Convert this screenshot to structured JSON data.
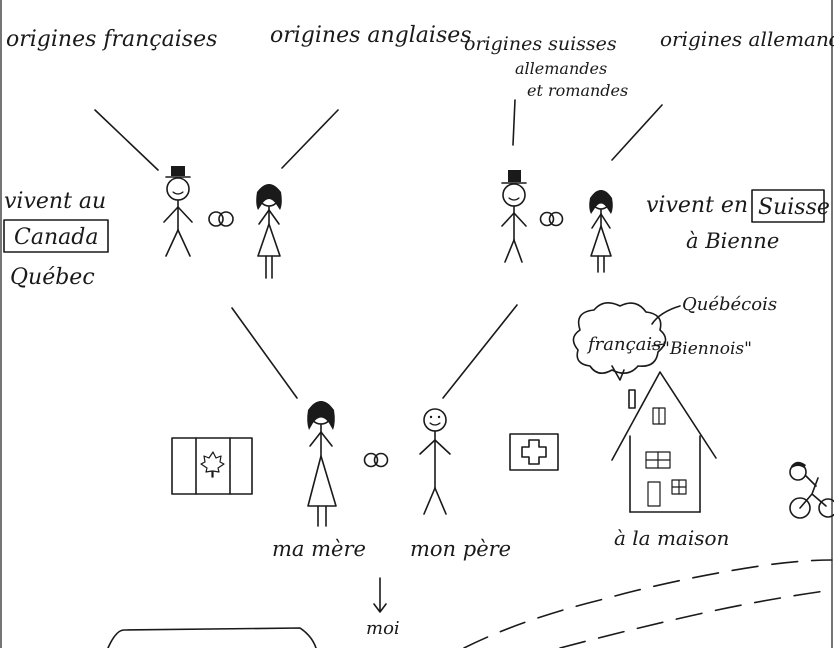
{
  "labels": {
    "origin_french": "origines françaises",
    "origin_english": "origines anglaises",
    "origin_swiss_1": "origines suisses",
    "origin_swiss_2": "allemandes",
    "origin_swiss_3": "et romandes",
    "origin_german": "origines allemandes",
    "live_in_left": "vivent au",
    "canada_box": "Canada",
    "quebec": "Québec",
    "live_in_right": "vivent en",
    "suisse_box": "Suisse",
    "bienne": "à Bienne",
    "quebecois": "Québécois",
    "francais": "français",
    "biennois": "\"Biennois\"",
    "ma_mere": "ma mère",
    "mon_pere": "mon père",
    "a_la_maison": "à la maison",
    "moi": "moi"
  },
  "icons": [
    "stick-figure-man-hat",
    "stick-figure-woman",
    "wedding-rings",
    "canada-flag",
    "swiss-flag",
    "house",
    "speech-cloud",
    "cyclist",
    "down-arrow"
  ]
}
